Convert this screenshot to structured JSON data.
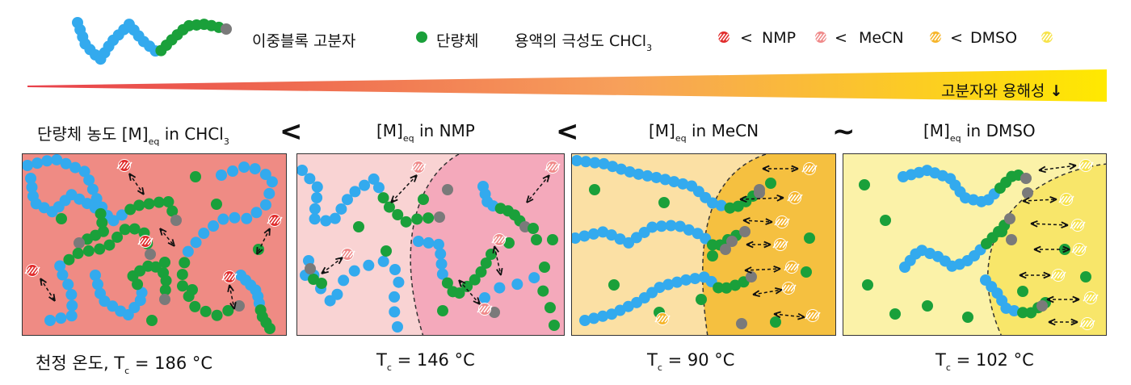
{
  "legend": {
    "copolymer_label": "이중블록 고분자",
    "monomer_label": "단량체",
    "polarity_prefix": "용액의 극성도 CHCl",
    "polarity_sub": "3",
    "lt1": "<",
    "nmp": "NMP",
    "lt2": "<",
    "mecn": "MeCN",
    "lt3": "<",
    "dmso": "DMSO"
  },
  "gradient": {
    "label": "고분자와 용해성",
    "arrow": "↓",
    "colors": [
      "#e8404a",
      "#ffe900"
    ]
  },
  "concentration": {
    "prefix": "단량체 농도 ",
    "m": "[M]",
    "eq": "eq",
    "p1": " in CHCl",
    "p1_sub": "3",
    "p2": " in NMP",
    "p3": " in MeCN",
    "p4": " in DMSO",
    "cmp1": "<",
    "cmp2": "<",
    "cmp3": "~"
  },
  "temps": {
    "t1_prefix": "천정 온도, T",
    "t_prefix": "T",
    "c": "c",
    "t1": " = 186 °C",
    "t2": " = 146 °C",
    "t3": " = 90 °C",
    "t4": " = 102 °C"
  },
  "colors": {
    "blue": "#33aaee",
    "green": "#1aa03a",
    "gray": "#7a7a7a",
    "panel1": "#ef8b84",
    "panel2_light": "#f9d3d3",
    "panel2_dark": "#f4a9bb",
    "panel3_light": "#fbe0a4",
    "panel3_dark": "#f5c040",
    "panel4_light": "#fbf2a8",
    "panel4_dark": "#f8e66a",
    "chcl3": "#e12d2d",
    "nmp": "#f08a8a",
    "mecn": "#f6b52a",
    "dmso": "#f7e34a"
  }
}
